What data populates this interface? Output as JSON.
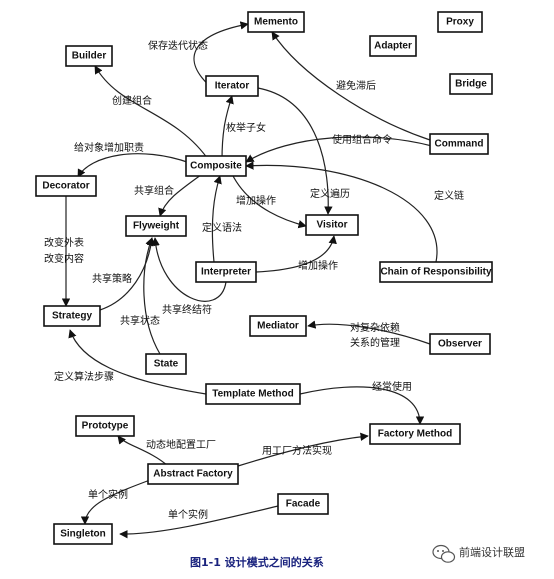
{
  "nodes": {
    "memento": "Memento",
    "proxy": "Proxy",
    "builder": "Builder",
    "adapter": "Adapter",
    "iterator": "Iterator",
    "bridge": "Bridge",
    "command": "Command",
    "composite": "Composite",
    "decorator": "Decorator",
    "flyweight": "Flyweight",
    "visitor": "Visitor",
    "interpreter": "Interpreter",
    "chain": "Chain of Responsibility",
    "strategy": "Strategy",
    "mediator": "Mediator",
    "observer": "Observer",
    "state": "State",
    "template_method": "Template Method",
    "prototype": "Prototype",
    "factory_method": "Factory Method",
    "abstract_factory": "Abstract Factory",
    "facade": "Facade",
    "singleton": "Singleton"
  },
  "labels": {
    "save_iteration_state": "保存迭代状态",
    "avoid_lag": "避免滞后",
    "create_composite": "创建组合",
    "enumerate_children": "枚举子女",
    "use_composite_command": "使用组合命令",
    "add_duty_to_object": "给对象增加职责",
    "share_composite": "共享组合",
    "add_operation_1": "增加操作",
    "define_traversal": "定义遍历",
    "define_chain": "定义链",
    "define_grammar": "定义语法",
    "change_appearance": "改变外表",
    "change_content": "改变内容",
    "share_strategy": "共享策略",
    "add_operation_2": "增加操作",
    "share_terminal": "共享终结符",
    "share_state": "共享状态",
    "complex_dependency_1": "对复杂依赖",
    "complex_dependency_2": "关系的管理",
    "define_algorithm_steps": "定义算法步骤",
    "often_used": "经常使用",
    "dynamic_config_factory": "动态地配置工厂",
    "implement_with_factory_method": "用工厂方法实现",
    "single_instance_1": "单个实例",
    "single_instance_2": "单个实例"
  },
  "caption": "图1-1   设计模式之间的关系",
  "watermark": "前端设计联盟"
}
